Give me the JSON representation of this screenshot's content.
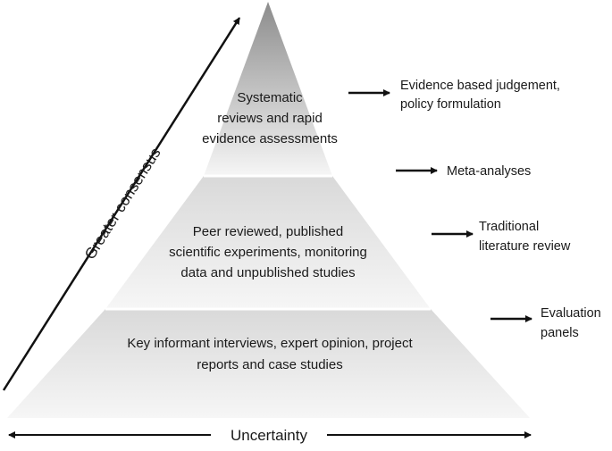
{
  "tiers": {
    "top": [
      "Systematic",
      "reviews and rapid",
      "evidence assessments"
    ],
    "middle": [
      "Peer reviewed, published",
      "scientific experiments, monitoring",
      "data and unpublished studies"
    ],
    "bottom": [
      "Key informant interviews, expert opinion, project",
      "reports and case studies"
    ]
  },
  "outcomes": [
    [
      "Evidence based judgement,",
      "policy formulation"
    ],
    [
      "Meta-analyses"
    ],
    [
      "Traditional",
      "literature review"
    ],
    [
      "Evaluation",
      "panels"
    ]
  ],
  "axes": {
    "vertical_label": "Greater consensus",
    "horizontal_label": "Uncertainty"
  },
  "colors": {
    "apex_dark": "#8c8c8c",
    "tier_light": "#f6f6f6",
    "tier_mid": "#d9d9d9",
    "divider": "#ffffff",
    "arrow": "#111111"
  }
}
